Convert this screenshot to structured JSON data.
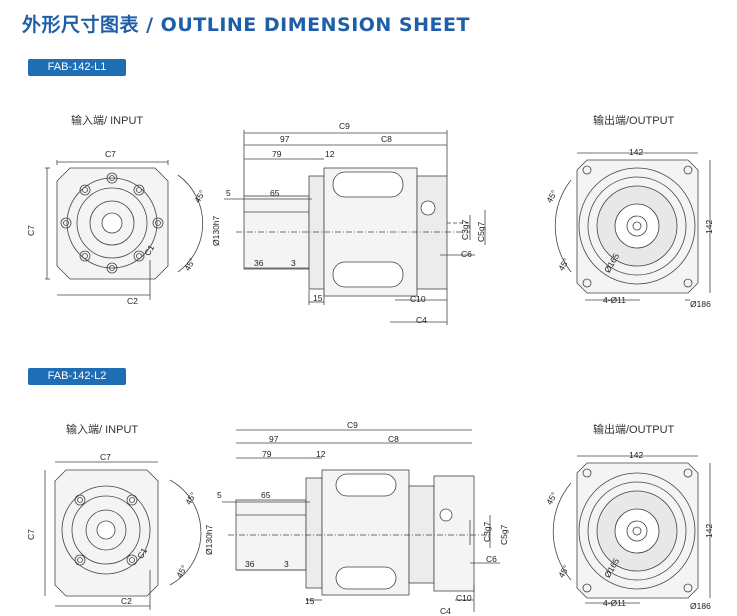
{
  "title": "外形尺寸图表 / OUTLINE DIMENSION SHEET",
  "models": [
    {
      "name": "FAB-142-L1",
      "input_label": "输入端/ INPUT",
      "output_label": "输出端/OUTPUT",
      "dims": {
        "C7": "C7",
        "C1": "C1",
        "C2": "C2",
        "a45a": "45°",
        "a45b": "45°",
        "C9": "C9",
        "d97": "97",
        "C8": "C8",
        "d79": "79",
        "d12": "12",
        "d5": "5",
        "d65": "65",
        "d130": "Ø130h7",
        "d36": "36",
        "d3": "3",
        "d15": "15",
        "C3": "C3g7",
        "C5": "C5g7",
        "C6": "C6",
        "C10": "C10",
        "C4": "C4",
        "d142a": "142",
        "d142b": "142",
        "d165": "Ø165",
        "holes": "4-Ø11",
        "d186": "Ø186",
        "o45a": "45°",
        "o45b": "45°"
      }
    },
    {
      "name": "FAB-142-L2",
      "input_label": "输入端/ INPUT",
      "output_label": "输出端/OUTPUT",
      "dims": {
        "C7": "C7",
        "C1": "C1",
        "C2": "C2",
        "a45a": "45°",
        "a45b": "45°",
        "C9": "C9",
        "d97": "97",
        "C8": "C8",
        "d79": "79",
        "d12": "12",
        "d5": "5",
        "d65": "65",
        "d130": "Ø130h7",
        "d36": "36",
        "d3": "3",
        "d15": "15",
        "C3": "C3g7",
        "C5": "C5g7",
        "C6": "C6",
        "C10": "C10",
        "C4": "C4",
        "d142a": "142",
        "d142b": "142",
        "d165": "Ø165",
        "holes": "4-Ø11",
        "d186": "Ø186",
        "o45a": "45°",
        "o45b": "45°"
      }
    }
  ]
}
